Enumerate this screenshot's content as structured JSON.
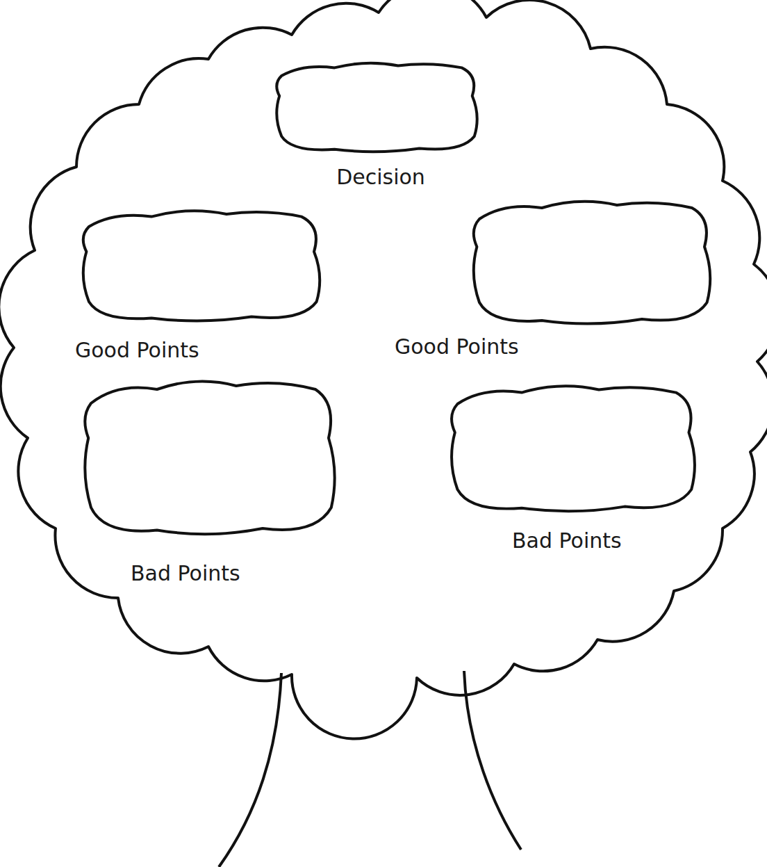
{
  "diagram": {
    "nodes": [
      {
        "text": [
          "Decision"
        ]
      },
      {
        "text": [
          "Good Points"
        ]
      },
      {
        "text": [
          "Good Points"
        ]
      },
      {
        "text": [
          "Bad Points"
        ]
      },
      {
        "text": [
          "Bad Points"
        ]
      }
    ]
  }
}
